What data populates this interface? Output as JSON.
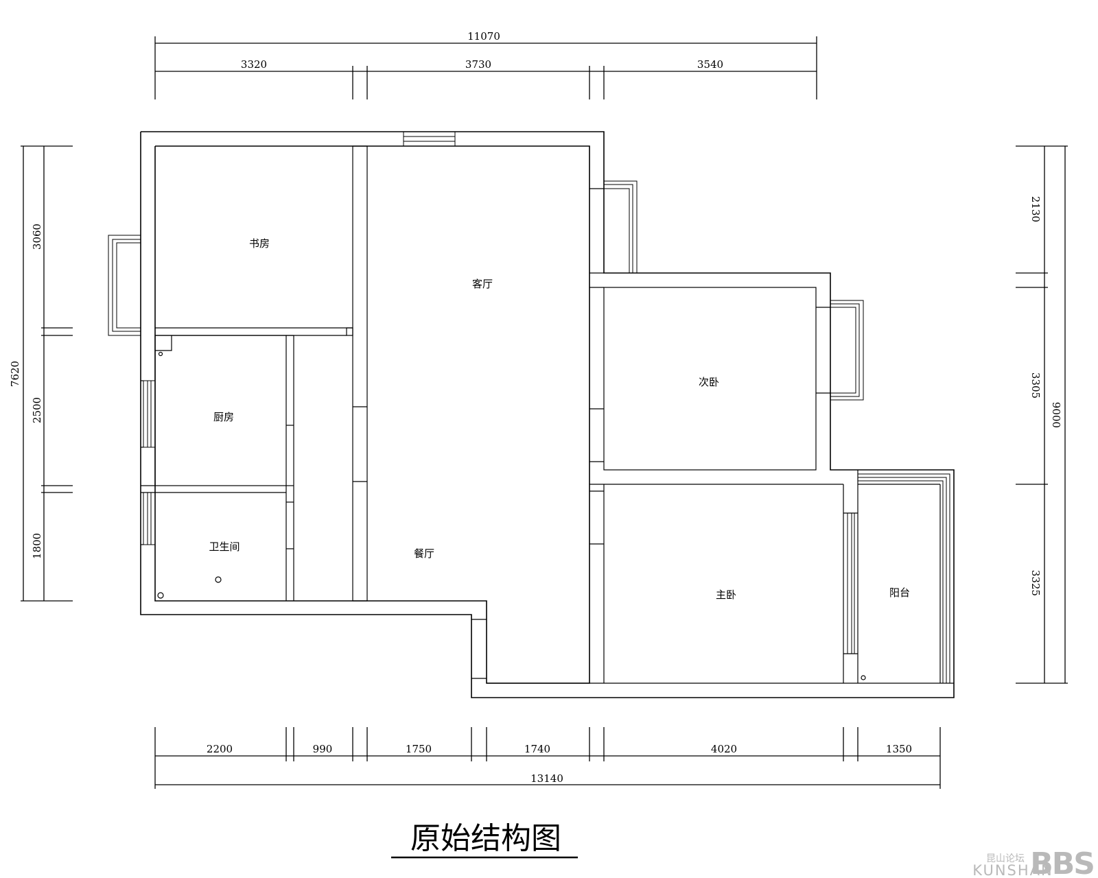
{
  "title": "原始结构图",
  "rooms": {
    "study": "书房",
    "living": "客厅",
    "kitchen": "厨房",
    "bathroom": "卫生间",
    "dining": "餐厅",
    "second_bedroom": "次卧",
    "master_bedroom": "主卧",
    "balcony": "阳台"
  },
  "dimensions": {
    "top_total": "11070",
    "top_segments": [
      "3320",
      "3730",
      "3540"
    ],
    "bottom_segments": [
      "2200",
      "990",
      "1750",
      "1740",
      "4020",
      "1350"
    ],
    "bottom_total": "13140",
    "left_total": "7620",
    "left_segments": [
      "3060",
      "2500",
      "1800"
    ],
    "right_segments": [
      "2130",
      "3305",
      "3325"
    ],
    "right_total": "9000"
  },
  "watermark": {
    "brand": "KUNSHAN",
    "chinese": "昆山论坛",
    "logo": "BBS"
  }
}
